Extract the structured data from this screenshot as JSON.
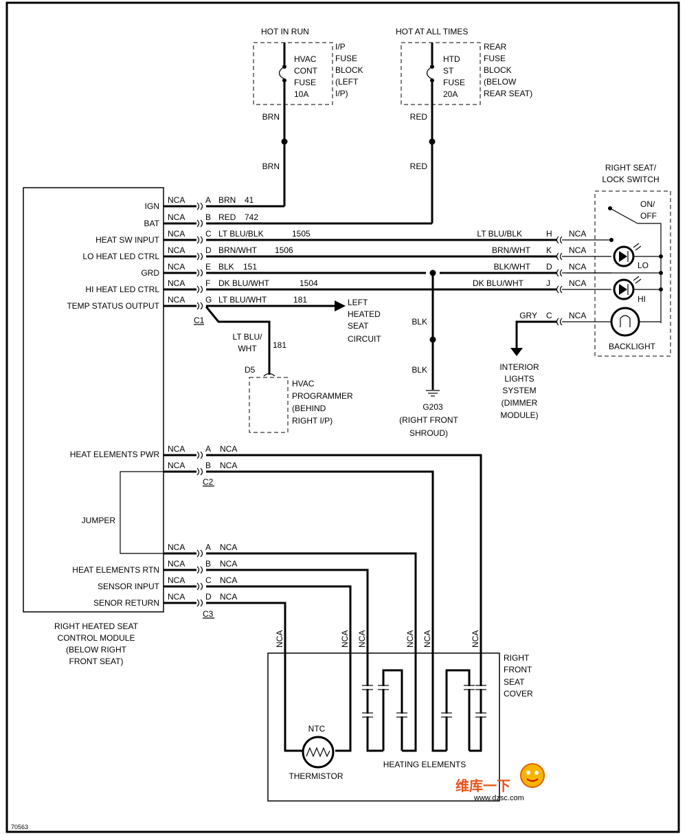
{
  "drawing_number": "70563",
  "fuse_hvac": {
    "header": "HOT IN RUN",
    "name": [
      "HVAC",
      "CONT",
      "FUSE",
      "10A"
    ],
    "block": [
      "I/P",
      "FUSE",
      "BLOCK",
      "(LEFT",
      "I/P)"
    ]
  },
  "fuse_htd": {
    "header": "HOT AT ALL TIMES",
    "name": [
      "HTD",
      "ST",
      "FUSE",
      "20A"
    ],
    "block": [
      "REAR",
      "FUSE",
      "BLOCK",
      "(BELOW",
      "REAR SEAT)"
    ]
  },
  "wire_brn": "BRN",
  "wire_red": "RED",
  "wire_blk": "BLK",
  "module": {
    "label": [
      "RIGHT HEATED SEAT",
      "CONTROL MODULE",
      "(BELOW RIGHT",
      "FRONT SEAT)"
    ],
    "c1_pins": [
      {
        "name": "IGN",
        "nca": "NCA",
        "pin": "A",
        "wire": "BRN",
        "circuit": "41"
      },
      {
        "name": "BAT",
        "nca": "NCA",
        "pin": "B",
        "wire": "RED",
        "circuit": "742"
      },
      {
        "name": "HEAT SW INPUT",
        "nca": "NCA",
        "pin": "C",
        "wire": "LT BLU/BLK",
        "circuit": "1505"
      },
      {
        "name": "LO HEAT LED CTRL",
        "nca": "NCA",
        "pin": "D",
        "wire": "BRN/WHT",
        "circuit": "1506"
      },
      {
        "name": "GRD",
        "nca": "NCA",
        "pin": "E",
        "wire": "BLK",
        "circuit": "151"
      },
      {
        "name": "HI HEAT LED CTRL",
        "nca": "NCA",
        "pin": "F",
        "wire": "DK BLU/WHT",
        "circuit": "1504"
      },
      {
        "name": "TEMP STATUS OUTPUT",
        "nca": "NCA",
        "pin": "G",
        "wire": "LT BLU/WHT",
        "circuit": "181"
      }
    ],
    "c1": "C1",
    "c2": "C2",
    "c3": "C3",
    "heat_elements_pwr": "HEAT ELEMENTS PWR",
    "jumper": "JUMPER",
    "heat_elements_rtn": "HEAT ELEMENTS RTN",
    "sensor_input": "SENSOR INPUT",
    "senor_return": "SENOR RETURN",
    "nca": "NCA",
    "pins_ab": [
      "A",
      "B"
    ],
    "pins_abcd": [
      "A",
      "B",
      "C",
      "D"
    ]
  },
  "left_heated_seat": [
    "LEFT",
    "HEATED",
    "SEAT",
    "CIRCUIT"
  ],
  "branch_181": {
    "wire": [
      "LT BLU/",
      "WHT"
    ],
    "circuit": "181",
    "connector": "D5"
  },
  "hvac_programmer": [
    "HVAC",
    "PROGRAMMER",
    "(BEHIND",
    "RIGHT I/P)"
  ],
  "ground": [
    "G203",
    "(RIGHT FRONT",
    "SHROUD)"
  ],
  "switch": {
    "title": [
      "RIGHT SEAT/",
      "LOCK SWITCH"
    ],
    "on_off": [
      "ON/",
      "OFF"
    ],
    "rows": [
      {
        "wire": "LT BLU/BLK",
        "pin": "H",
        "nca": "NCA"
      },
      {
        "wire": "BRN/WHT",
        "pin": "K",
        "nca": "NCA"
      },
      {
        "wire": "BLK/WHT",
        "pin": "D",
        "nca": "NCA"
      },
      {
        "wire": "DK BLU/WHT",
        "pin": "J",
        "nca": "NCA"
      },
      {
        "wire": "GRY",
        "pin": "C",
        "nca": "NCA"
      }
    ],
    "lo": "LO",
    "hi": "HI",
    "backlight": "BACKLIGHT"
  },
  "interior_lights": [
    "INTERIOR",
    "LIGHTS",
    "SYSTEM",
    "(DIMMER",
    "MODULE)"
  ],
  "seat_cover": {
    "label": [
      "RIGHT",
      "FRONT",
      "SEAT",
      "COVER"
    ],
    "ntc": "NTC",
    "thermistor": "THERMISTOR",
    "heating_elements": "HEATING ELEMENTS"
  },
  "watermark": {
    "text": "维库一下",
    "url": "www.dzsc.com"
  }
}
